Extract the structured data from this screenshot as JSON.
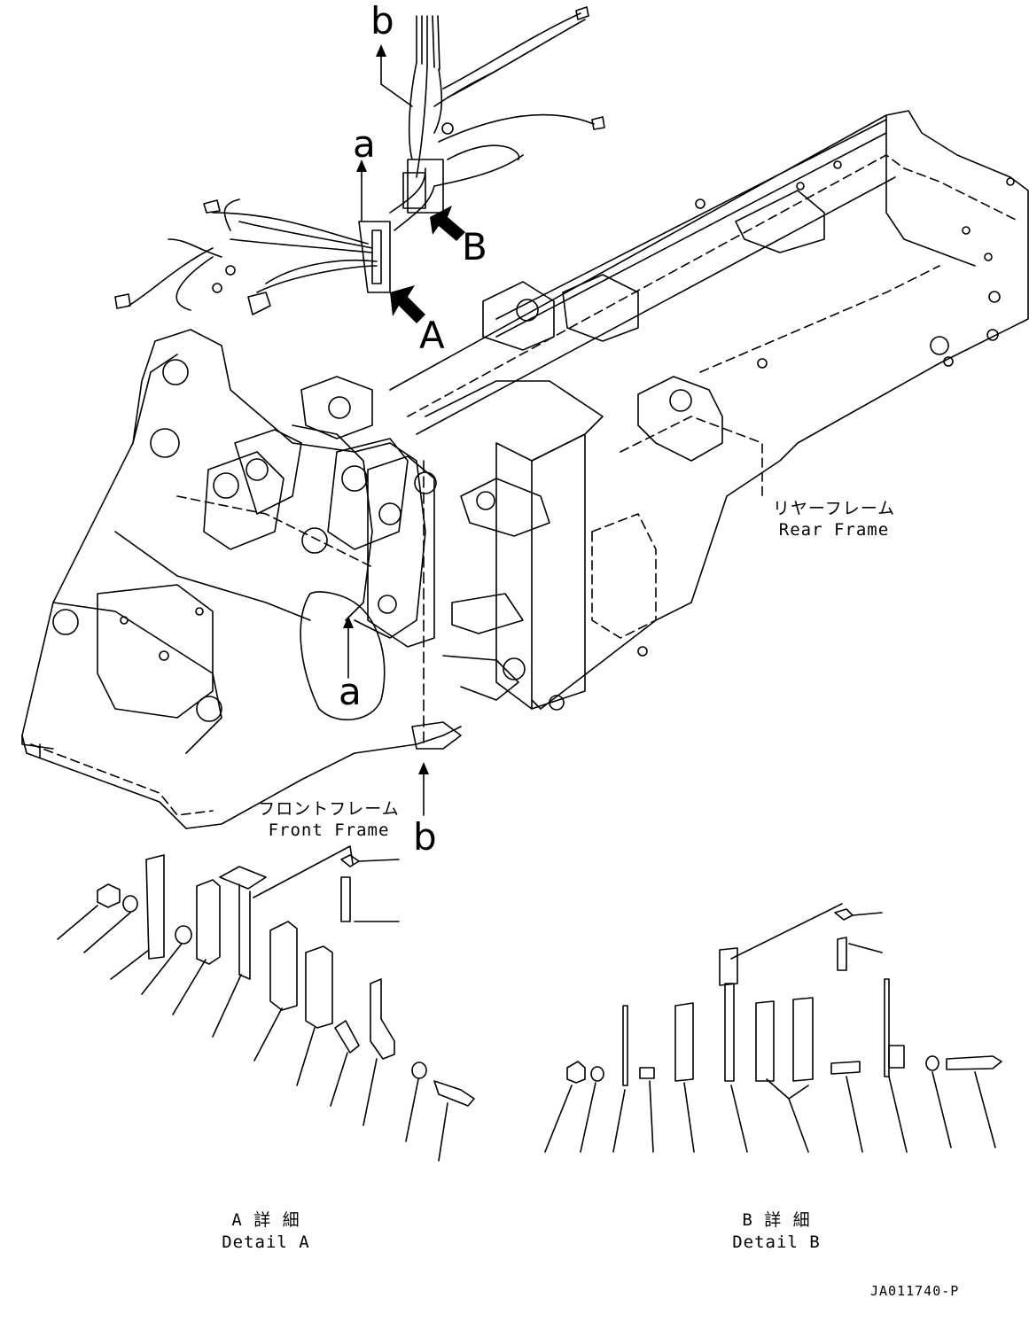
{
  "callouts": {
    "b_top": "b",
    "b_bottom": "b",
    "a_top": "a",
    "a_circled": "a",
    "view_A": "A",
    "view_B": "B"
  },
  "frames": {
    "rear_jp": "リヤーフレーム",
    "rear_en": "Rear Frame",
    "front_jp": "フロントフレーム",
    "front_en": "Front Frame"
  },
  "details": {
    "a_jp": "A 詳 細",
    "a_en": "Detail A",
    "b_jp": "B 詳 細",
    "b_en": "Detail B"
  },
  "drawing_code": "JA011740-P",
  "colors": {
    "line": "#000000",
    "background": "#ffffff"
  }
}
